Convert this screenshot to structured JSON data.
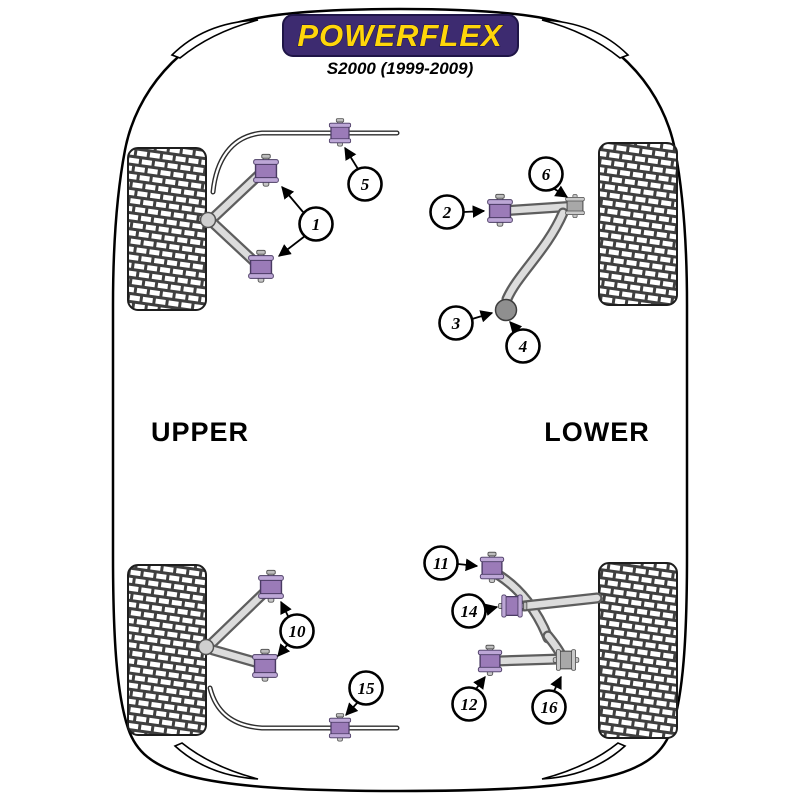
{
  "header": {
    "brand": "POWERFLEX",
    "model": "S2000 (1999-2009)"
  },
  "labels": {
    "upper": "UPPER",
    "lower": "LOWER"
  },
  "callouts": {
    "c1": "1",
    "c2": "2",
    "c3": "3",
    "c4": "4",
    "c5": "5",
    "c6": "6",
    "c10": "10",
    "c11": "11",
    "c12": "12",
    "c14": "14",
    "c15": "15",
    "c16": "16"
  },
  "colors": {
    "logo_purple": "#3d2b70",
    "logo_yellow": "#ffd60a",
    "bushing_purple": "#9b7bb8",
    "tire_dark": "#3f3f3f",
    "background": "#ffffff"
  }
}
